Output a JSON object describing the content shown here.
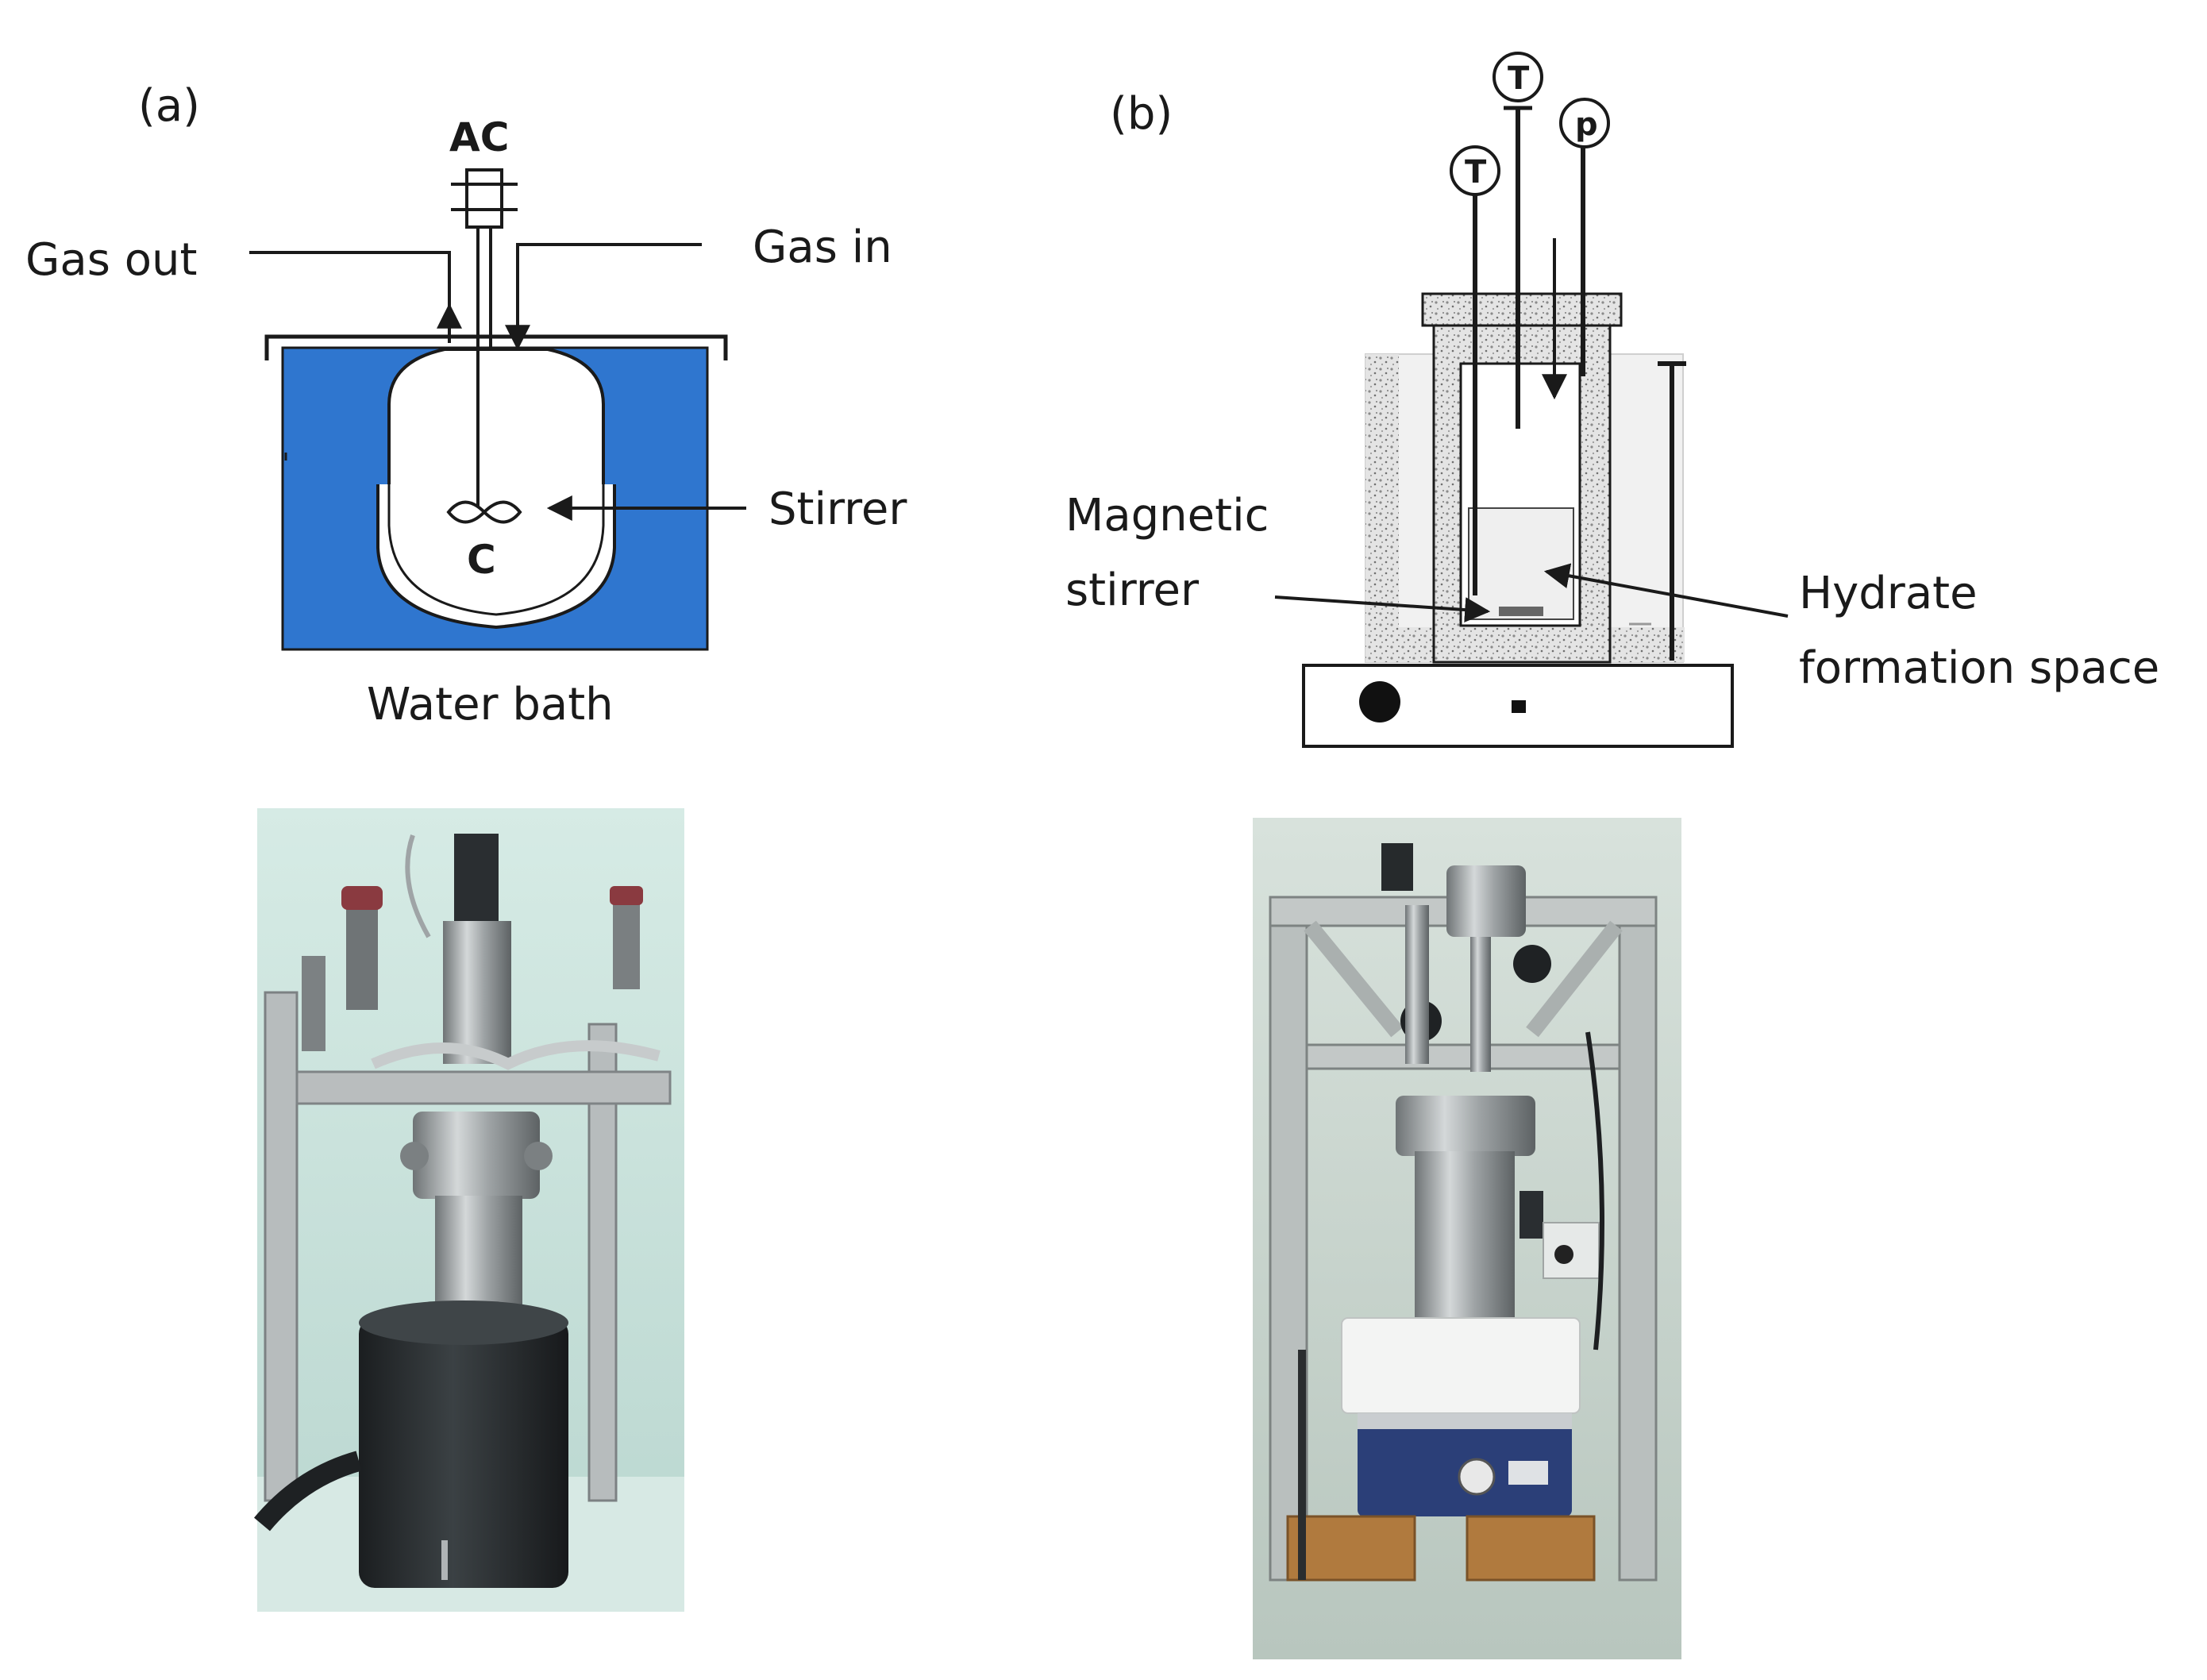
{
  "panel_a": {
    "panel_label": "(a)",
    "labels": {
      "ac": "AC",
      "gas_out": "Gas out",
      "gas_in": "Gas in",
      "stirrer": "Stirrer",
      "c": "C",
      "water_bath": "Water bath"
    }
  },
  "panel_b": {
    "panel_label": "(b)",
    "labels": {
      "t1": "T",
      "t2": "T",
      "p": "p",
      "magnetic_line1": "Magnetic",
      "magnetic_line2": "stirrer",
      "hydrate_line1": "Hydrate",
      "hydrate_line2": "formation space"
    }
  },
  "colors": {
    "water_bath": "#2f76cf",
    "line": "#1a1a1a",
    "insulation": "#d6d6d6",
    "photo_background": "#c7e0da",
    "dark_jacket": "#262a2c",
    "steel": "#a3a8aa",
    "stirrer_plate": "#2b3f78",
    "wood_block": "#b07a3e"
  },
  "icons": {
    "photo_a": "reactor-with-cooling-jacket-photo",
    "photo_b": "reactor-on-magnetic-stirrer-photo"
  }
}
